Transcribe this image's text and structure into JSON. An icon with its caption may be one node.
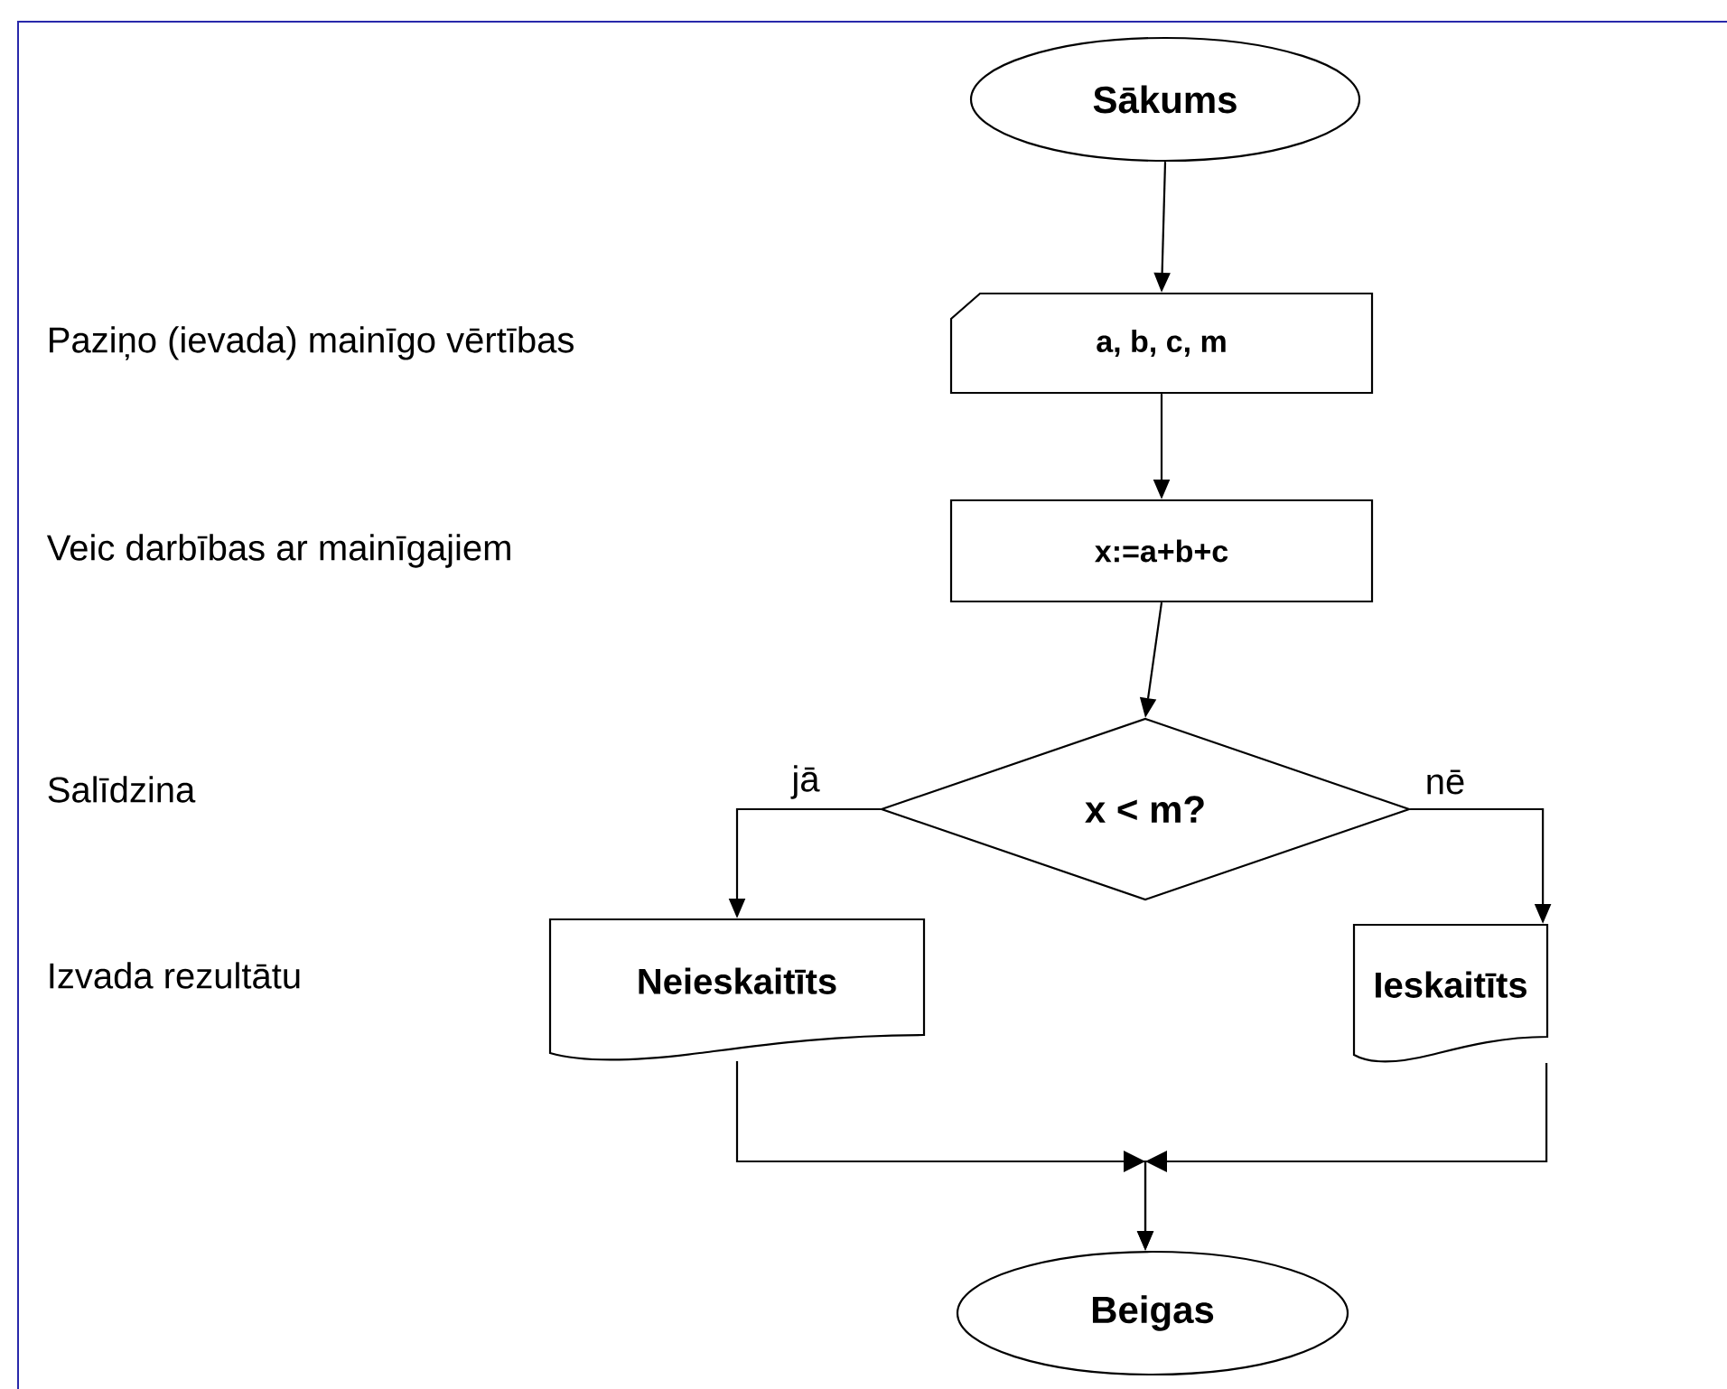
{
  "diagram": {
    "nodes": [
      {
        "text": [
          "Sākums"
        ]
      },
      {
        "text": [
          "a, b, c, m"
        ]
      },
      {
        "text": [
          "x:=a+b+c"
        ]
      },
      {
        "text": [
          "x < m?"
        ]
      },
      {
        "text": [
          "Neieskaitīts"
        ]
      },
      {
        "text": [
          "Ieskaitīts"
        ]
      },
      {
        "text": [
          "Beigas"
        ]
      }
    ],
    "edges": [
      {
        "from": 0,
        "to": 1,
        "arrow": "to"
      },
      {
        "from": 1,
        "to": 2,
        "arrow": "to"
      },
      {
        "from": 2,
        "to": 3,
        "arrow": "to"
      },
      {
        "from": 3,
        "to": 4,
        "arrow": "to",
        "label": "jā"
      },
      {
        "from": 3,
        "to": 5,
        "arrow": "to",
        "label": "nē"
      },
      {
        "from": 4,
        "to": 6,
        "arrow": "to"
      },
      {
        "from": 5,
        "to": 6,
        "arrow": "to"
      }
    ],
    "labels": [
      "Paziņo (ievada) mainīgo vērtības",
      "Veic darbības ar mainīgajiem",
      "Salīdzina",
      "Izvada rezultātu"
    ]
  }
}
